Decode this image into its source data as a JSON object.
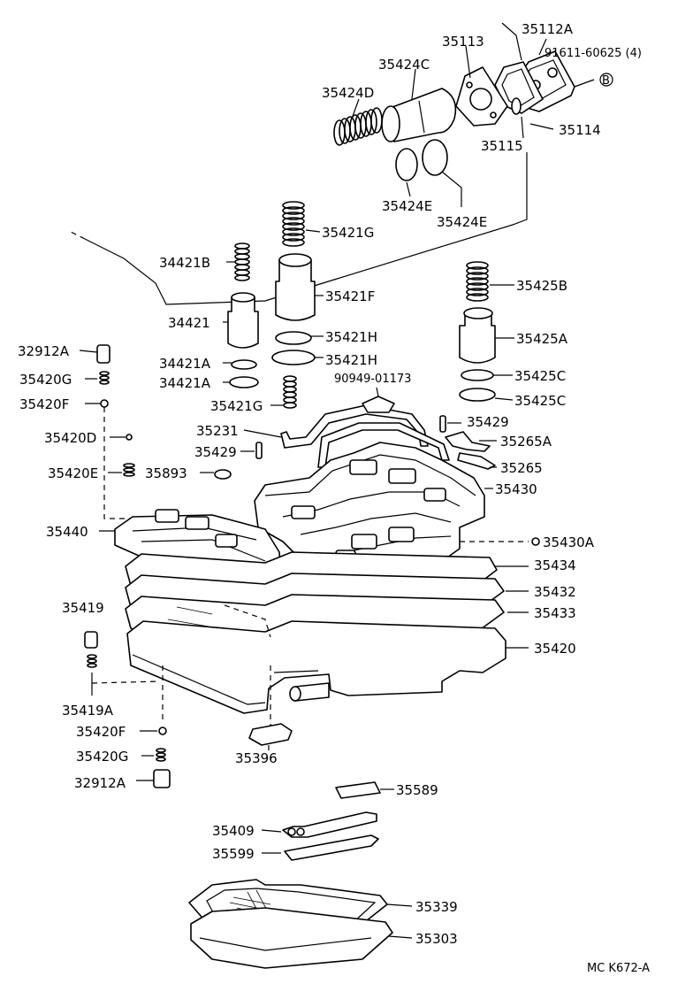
{
  "diagram": {
    "labels": {
      "p35113": "35113",
      "p35112A": "35112A",
      "p91611": "91611-60625 (4)",
      "pB": "B",
      "p35424C": "35424C",
      "p35424D": "35424D",
      "p35114": "35114",
      "p35115": "35115",
      "p35424E_1": "35424E",
      "p35424E_2": "35424E",
      "p35421G_top": "35421G",
      "p34421B": "34421B",
      "p35421F": "35421F",
      "p35425B": "35425B",
      "p34421": "34421",
      "p35421H_1": "35421H",
      "p35421H_2": "35421H",
      "p35425A": "35425A",
      "p32912A_top": "32912A",
      "p34421A_1": "34421A",
      "p34421A_2": "34421A",
      "p35425C_1": "35425C",
      "p35425C_2": "35425C",
      "p35420G_top": "35420G",
      "p90949": "90949-01173",
      "p35420F_top": "35420F",
      "p35421G_bot": "35421G",
      "p35429_right": "35429",
      "p35420D": "35420D",
      "p35231": "35231",
      "p35265A": "35265A",
      "p35429_left": "35429",
      "p35265": "35265",
      "p35420E": "35420E",
      "p35893": "35893",
      "p35430": "35430",
      "p35440": "35440",
      "p35430A": "35430A",
      "p35434": "35434",
      "p35432": "35432",
      "p35419": "35419",
      "p35433": "35433",
      "p35420": "35420",
      "p35419A": "35419A",
      "p35420F_bot": "35420F",
      "p35396": "35396",
      "p35420G_bot": "35420G",
      "p32912A_bot": "32912A",
      "p35589": "35589",
      "p35409": "35409",
      "p35599": "35599",
      "p35339": "35339",
      "p35303": "35303",
      "code": "MC  K672-A"
    }
  }
}
